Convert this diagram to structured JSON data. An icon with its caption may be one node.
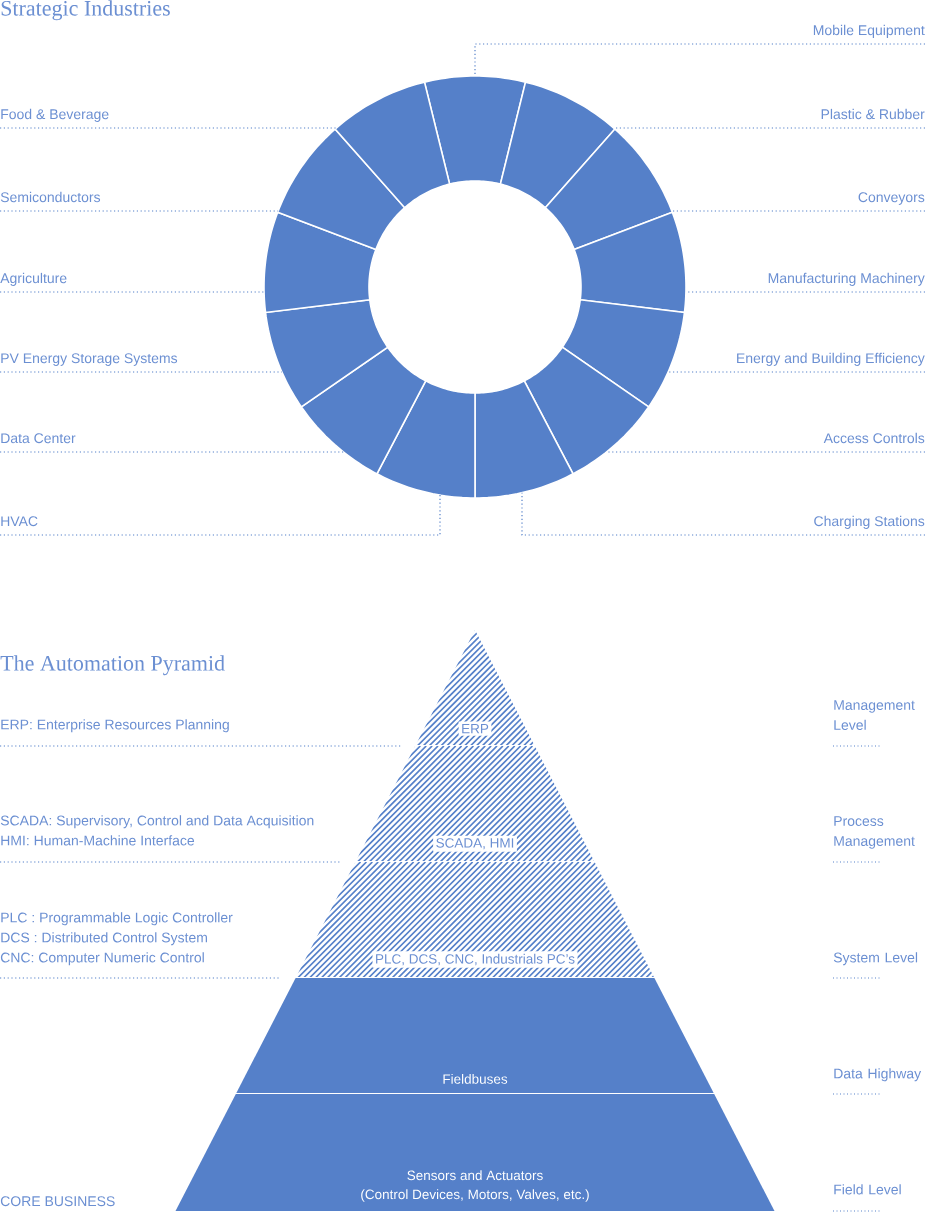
{
  "diagram": {
    "nodes": [
      {
        "text": [],
        "shape": "sector"
      },
      {
        "text": [],
        "shape": "sector"
      },
      {
        "text": [],
        "shape": "sector"
      },
      {
        "text": [],
        "shape": "sector"
      },
      {
        "text": [],
        "shape": "sector"
      },
      {
        "text": [],
        "shape": "sector"
      },
      {
        "text": [],
        "shape": "sector"
      },
      {
        "text": [],
        "shape": "sector"
      },
      {
        "text": [],
        "shape": "sector"
      },
      {
        "text": [],
        "shape": "sector"
      },
      {
        "text": [],
        "shape": "sector"
      },
      {
        "text": [],
        "shape": "sector"
      },
      {
        "text": [],
        "shape": "sector"
      },
      {
        "text": [
          "Mobile Equipment"
        ]
      },
      {
        "text": [
          "Food & Beverage"
        ]
      },
      {
        "text": [
          "Plastic & Rubber"
        ]
      },
      {
        "text": [
          "Semiconductors"
        ]
      },
      {
        "text": [
          "Conveyors"
        ]
      },
      {
        "text": [
          "Agriculture"
        ]
      },
      {
        "text": [
          "Manufacturing Machinery"
        ]
      },
      {
        "text": [
          "PV Energy Storage Systems"
        ]
      },
      {
        "text": [
          "Energy and Building Efficiency"
        ]
      },
      {
        "text": [
          "Data Center"
        ]
      },
      {
        "text": [
          "Access Controls"
        ]
      },
      {
        "text": [
          "HVAC"
        ]
      },
      {
        "text": [
          "Charging Stations"
        ]
      },
      {
        "text": [
          "ERP"
        ]
      },
      {
        "text": [
          "SCADA, HMI"
        ]
      },
      {
        "text": [
          "PLC, DCS, CNC, Industrials PC’s"
        ]
      },
      {
        "text": [
          "Fieldbuses"
        ]
      },
      {
        "text": [
          "Sensors and Actuators",
          "(Control Devices, Motors, Valves, etc.)"
        ]
      },
      {
        "text": [
          "ERP: Enterprise Resources Planning"
        ]
      },
      {
        "text": [
          "SCADA: Supervisory, Control and Data Acquisition",
          "HMI: Human-Machine Interface"
        ]
      },
      {
        "text": [
          "PLC : Programmable Logic Controller",
          "DCS : Distributed Control System",
          "CNC: Computer Numeric Control"
        ]
      }
    ],
    "edges": [
      {
        "from": 13,
        "to": 0,
        "arrow": "none"
      },
      {
        "from": 14,
        "to": 12,
        "arrow": "none"
      },
      {
        "from": 15,
        "to": 1,
        "arrow": "none"
      },
      {
        "from": 16,
        "to": 11,
        "arrow": "none"
      },
      {
        "from": 17,
        "to": 2,
        "arrow": "none"
      },
      {
        "from": 18,
        "to": 10,
        "arrow": "none"
      },
      {
        "from": 19,
        "to": 3,
        "arrow": "none"
      },
      {
        "from": 20,
        "to": 9,
        "arrow": "none"
      },
      {
        "from": 21,
        "to": 4,
        "arrow": "none"
      },
      {
        "from": 22,
        "to": 8,
        "arrow": "none"
      },
      {
        "from": 23,
        "to": 5,
        "arrow": "none"
      },
      {
        "from": 24,
        "to": 7,
        "arrow": "none"
      },
      {
        "from": 25,
        "to": 6,
        "arrow": "none"
      },
      {
        "from": 31,
        "to": 26,
        "arrow": "none"
      },
      {
        "from": 32,
        "to": 27,
        "arrow": "none"
      },
      {
        "from": 33,
        "to": 28,
        "arrow": "none"
      }
    ],
    "labels": [
      "Strategic Industries",
      "The Automation Pyramid",
      "Management Level",
      "Process Management",
      "System Level",
      "Data Highway",
      "CORE BUSINESS",
      "Field Level"
    ]
  }
}
